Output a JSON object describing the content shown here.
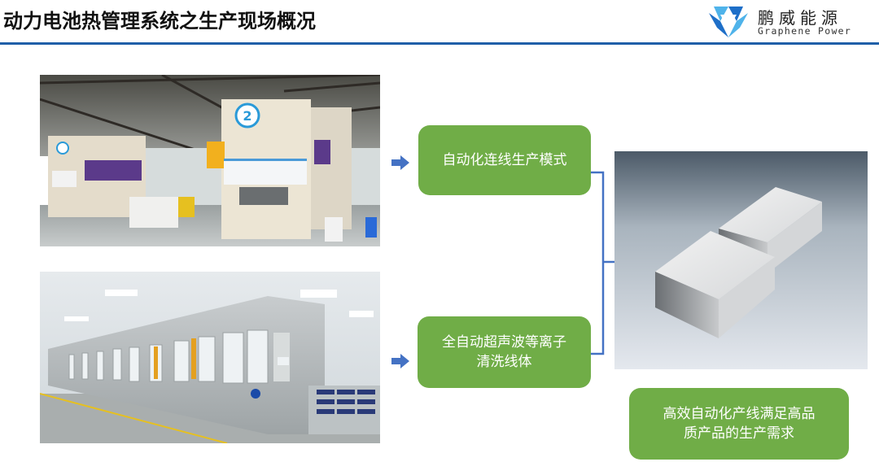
{
  "header": {
    "title": "动力电池热管理系统之生产现场概况",
    "rule_color": "#1f5fa8"
  },
  "logo": {
    "name_cn": "鹏威能源",
    "name_en": "Graphene Power",
    "icon": "pengwei-logo-icon",
    "colors": [
      "#1e6fc8",
      "#4fb3ea"
    ]
  },
  "photos": [
    {
      "id": "stamping-press-workshop",
      "description": "Factory floor with numbered stamping presses (2, 3)"
    },
    {
      "id": "ultrasonic-cleaning-line",
      "description": "Stainless steel automated ultrasonic cleaning line"
    },
    {
      "id": "aluminum-tube-product",
      "description": "Two rectangular metal tube products"
    }
  ],
  "flow": {
    "arrow_color": "#4472c4",
    "box_color": "#70ad47",
    "steps": [
      {
        "label": "自动化连线生产模式"
      },
      {
        "label_line1": "全自动超声波等离子",
        "label_line2": "清洗线体"
      }
    ],
    "result": {
      "label_line1": "高效自动化产线满足高品",
      "label_line2": "质产品的生产需求"
    }
  }
}
